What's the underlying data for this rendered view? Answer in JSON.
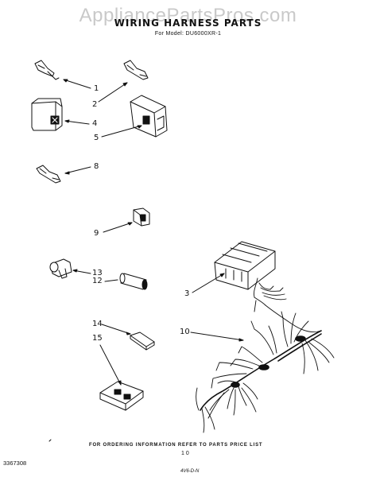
{
  "watermark": "AppliancePartsPros.com",
  "header": {
    "title": "WIRING HARNESS PARTS",
    "model": "For Model: DU6000XR-1"
  },
  "callouts": [
    {
      "id": "c1",
      "label": "1"
    },
    {
      "id": "c2",
      "label": "2"
    },
    {
      "id": "c4",
      "label": "4"
    },
    {
      "id": "c5",
      "label": "5"
    },
    {
      "id": "c8",
      "label": "8"
    },
    {
      "id": "c9",
      "label": "9"
    },
    {
      "id": "c13",
      "label": "13"
    },
    {
      "id": "c12",
      "label": "12"
    },
    {
      "id": "c3",
      "label": "3"
    },
    {
      "id": "c10",
      "label": "10"
    },
    {
      "id": "c14",
      "label": "14"
    },
    {
      "id": "c15",
      "label": "15"
    }
  ],
  "footer": {
    "doc_number": "3367308",
    "note": "FOR ORDERING INFORMATION REFER TO PARTS PRICE LIST",
    "page": "1 0",
    "signature": "4V6-D-N"
  }
}
